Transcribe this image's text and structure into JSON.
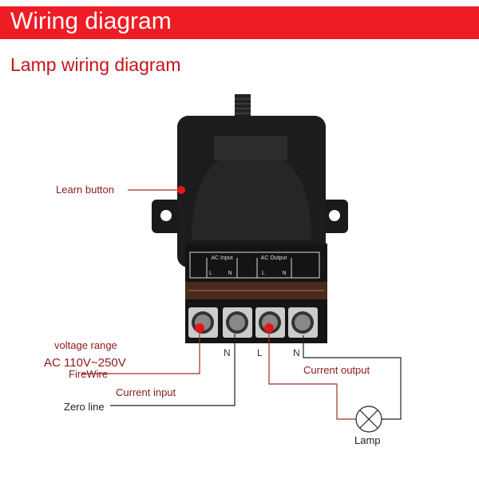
{
  "header": {
    "title": "Wiring diagram"
  },
  "subtitle": "Lamp wiring diagram",
  "device": {
    "panel": {
      "input_label": "AC Input",
      "output_label": "AC Output",
      "L": "L",
      "N": "N"
    },
    "learn_button_label": "Learn button"
  },
  "labels": {
    "voltage_range": "voltage range",
    "voltage_value": "AC  110V~250V",
    "firewire": "FireWire",
    "current_input": "Current input",
    "zero_line": "Zero line",
    "terminal_n_in": "N",
    "terminal_l_out": "L",
    "terminal_n_out": "N",
    "current_output": "Current output",
    "lamp": "Lamp"
  },
  "colors": {
    "header_bg": "#ee1c25",
    "accent_text": "#c4161c",
    "label_text": "#8b1a1a",
    "wire_red": "#a0302a"
  }
}
